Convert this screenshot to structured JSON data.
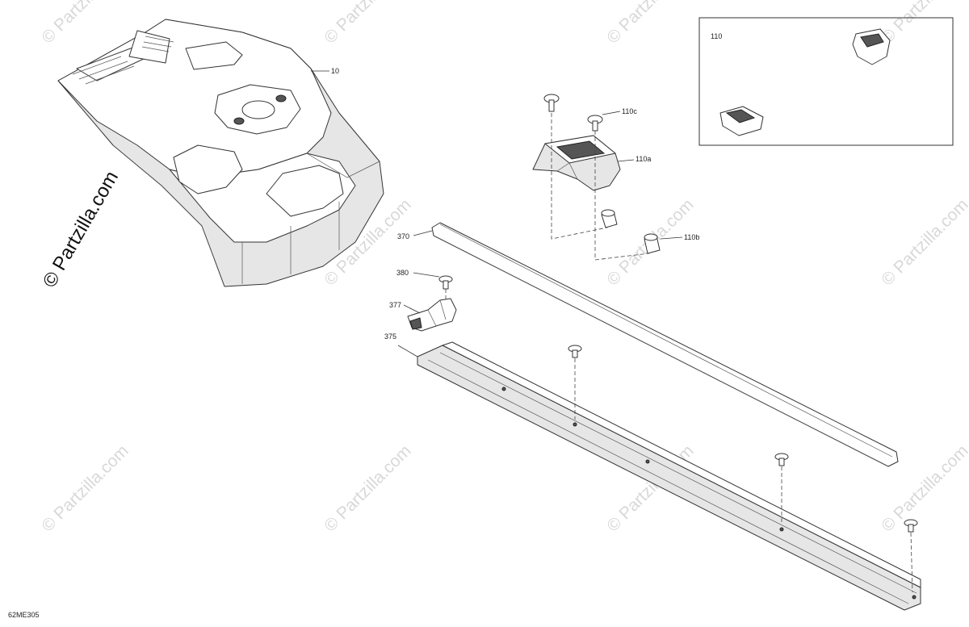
{
  "diagram": {
    "labels": {
      "part_10": "10",
      "part_110": "110",
      "part_110a": "110a",
      "part_110b": "110b",
      "part_110c": "110c",
      "part_370": "370",
      "part_375": "375",
      "part_377": "377",
      "part_380": "380"
    },
    "figure_code": "62ME305",
    "watermark": "© Partzilla.com"
  },
  "colors": {
    "line": "#333333",
    "shade": "#e6e6e6",
    "watermark": "#d8d8d8"
  }
}
